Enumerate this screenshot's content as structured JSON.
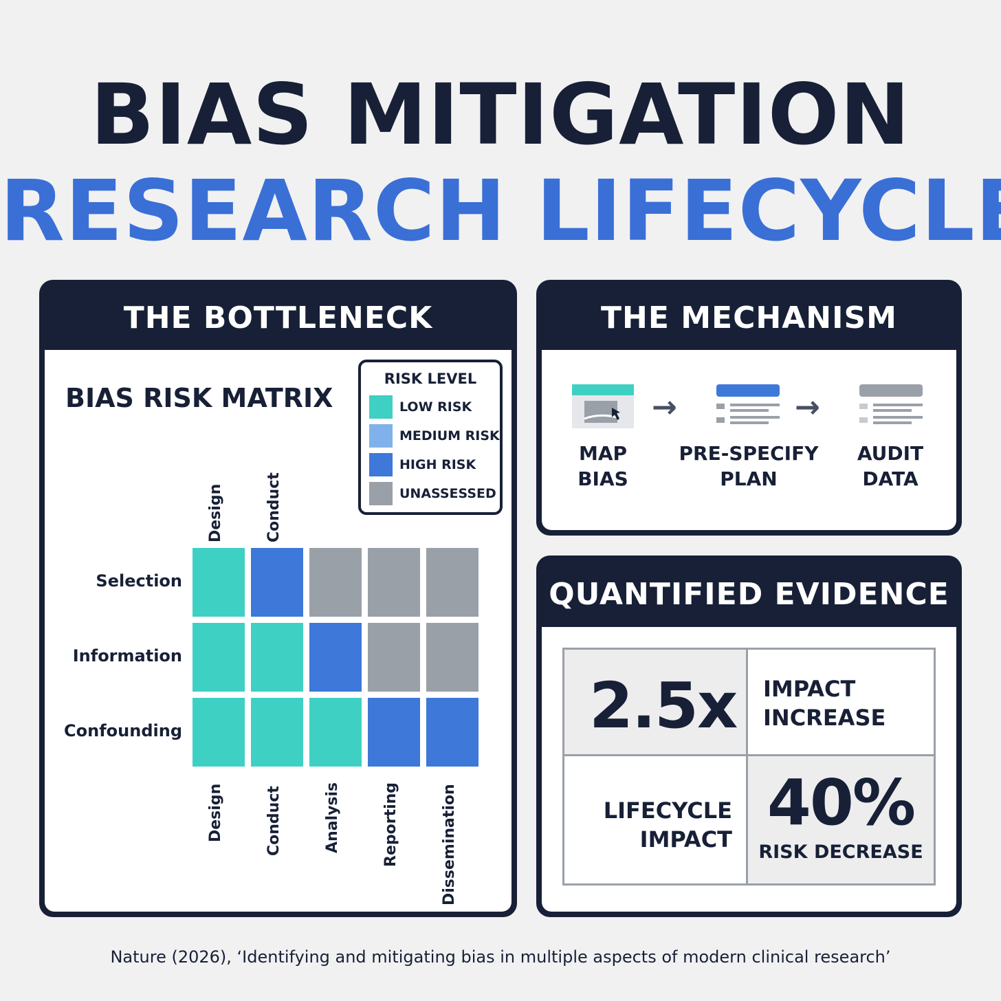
{
  "title": {
    "line1": "BIAS MITIGATION",
    "line2": "RESEARCH LIFECYCLE"
  },
  "colors": {
    "navy": "#172036",
    "accent_blue": "#3a6fd6",
    "low": "#3fd0c4",
    "medium": "#80b1ea",
    "high": "#3e78d8",
    "unassessed": "#9aa0a8"
  },
  "bottleneck": {
    "header": "THE BOTTLENECK",
    "matrix_title": "BIAS RISK MATRIX",
    "legend": {
      "title": "RISK LEVEL",
      "items": [
        {
          "label": "LOW RISK",
          "level": "low"
        },
        {
          "label": "MEDIUM RISK",
          "level": "medium"
        },
        {
          "label": "HIGH RISK",
          "level": "high"
        },
        {
          "label": "UNASSESSED",
          "level": "unassessed"
        }
      ]
    },
    "top_labels": [
      "Design",
      "Conduct"
    ],
    "rows": [
      "Selection",
      "Information",
      "Confounding"
    ],
    "columns": [
      "Design",
      "Conduct",
      "Analysis",
      "Reporting",
      "Dissemination"
    ],
    "cells": [
      [
        "low",
        "high",
        "unassessed",
        "unassessed",
        "unassessed"
      ],
      [
        "low",
        "low",
        "high",
        "unassessed",
        "unassessed"
      ],
      [
        "low",
        "low",
        "low",
        "high",
        "high"
      ]
    ]
  },
  "mechanism": {
    "header": "THE MECHANISM",
    "steps": [
      {
        "label": "MAP\nBIAS",
        "icon": "map-bias-icon"
      },
      {
        "label": "PRE-SPECIFY\nPLAN",
        "icon": "plan-document-icon"
      },
      {
        "label": "AUDIT\nDATA",
        "icon": "audit-document-icon"
      }
    ],
    "arrow": "→"
  },
  "evidence": {
    "header": "QUANTIFIED EVIDENCE",
    "stat1_value": "2.5x",
    "stat1_label": "IMPACT\nINCREASE",
    "stat2_label": "LIFECYCLE\nIMPACT",
    "stat2_value": "40%",
    "stat2_caption": "RISK DECREASE"
  },
  "source": "Nature (2026), ‘Identifying and mitigating bias in multiple aspects of modern clinical research’"
}
